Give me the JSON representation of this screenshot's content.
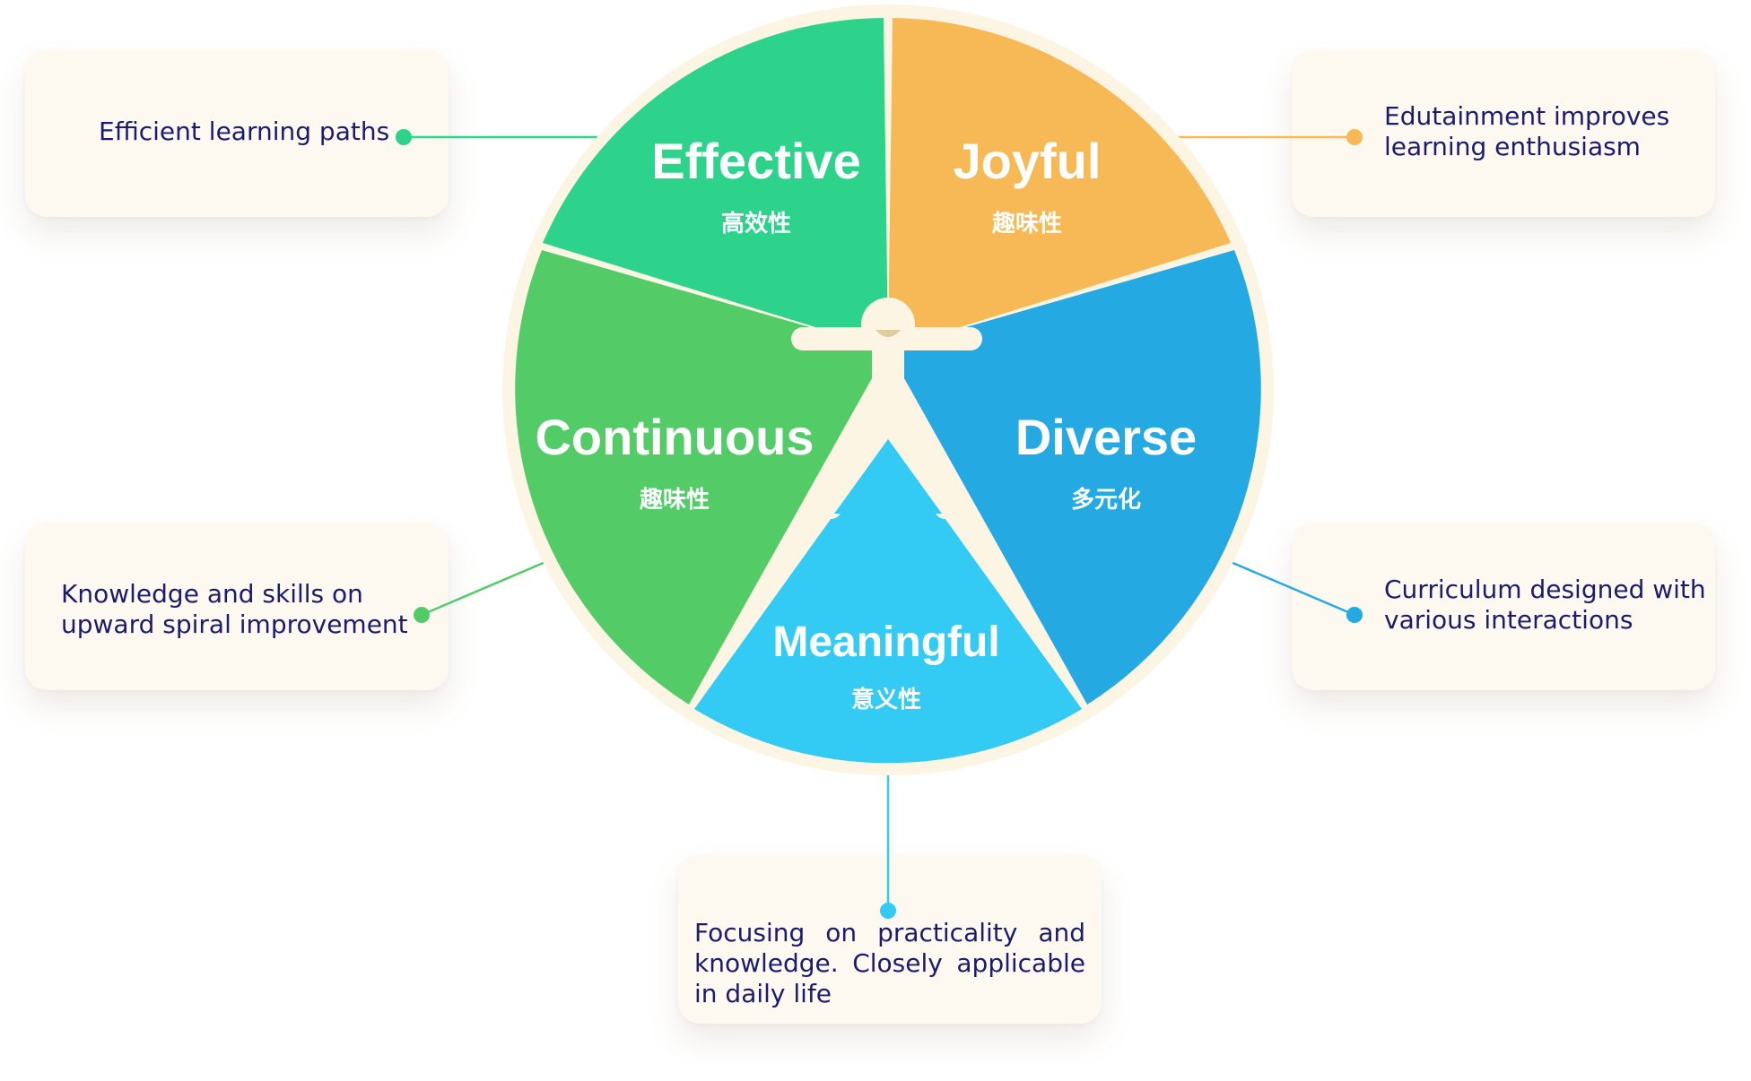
{
  "colors": {
    "effective": "#2dd38a",
    "joyful": "#f7b955",
    "diverse": "#24a9e3",
    "meaningful": "#33cbf4",
    "continuous": "#53cc67",
    "figure": "#fcf5e4",
    "text": "#1b1c6e"
  },
  "segments": [
    {
      "key": "effective",
      "title": "Effective",
      "subtitle": "高效性"
    },
    {
      "key": "joyful",
      "title": "Joyful",
      "subtitle": "趣味性"
    },
    {
      "key": "diverse",
      "title": "Diverse",
      "subtitle": "多元化"
    },
    {
      "key": "meaningful",
      "title": "Meaningful",
      "subtitle": "意义性"
    },
    {
      "key": "continuous",
      "title": "Continuous",
      "subtitle": "趣味性"
    }
  ],
  "callouts": {
    "effective": "Efficient learning paths",
    "joyful": "Edutainment improves\nlearning enthusiasm",
    "continuous": "Knowledge and skills on\nupward spiral improvement",
    "diverse": "Curriculum designed with\nvarious interactions",
    "meaningful": "Focusing on practicality and knowledge. Closely applicable in daily life"
  }
}
